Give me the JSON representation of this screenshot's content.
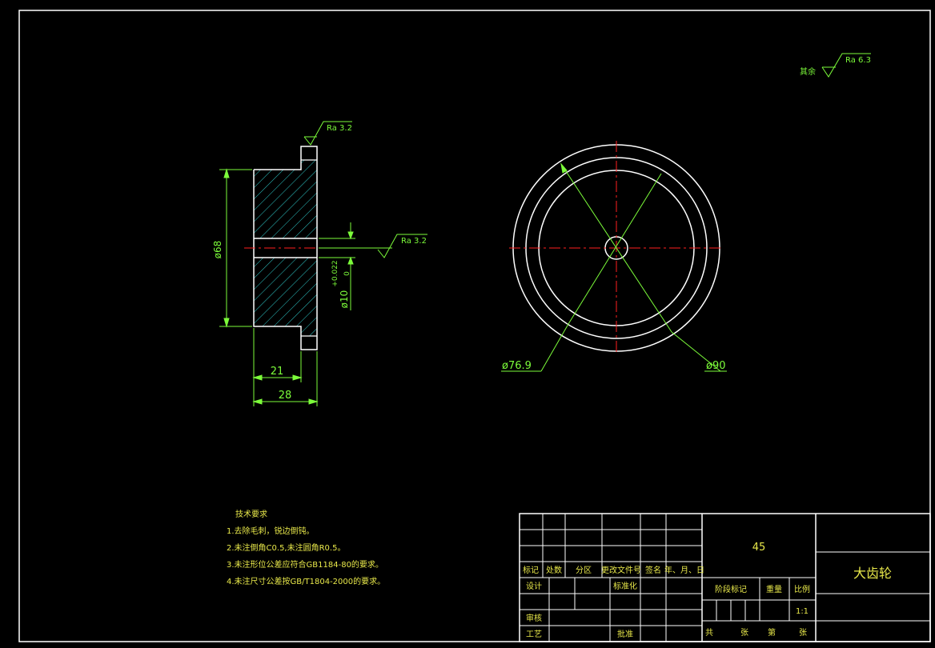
{
  "surface_roughness": {
    "overall_prefix": "其余",
    "overall": "Ra 6.3",
    "top_face": "Ra 3.2",
    "bore": "Ra 3.2"
  },
  "dimensions": {
    "outer_dia": "ø68",
    "bore_dia": "ø10",
    "bore_tol": "+0.022",
    "bore_tol_lower": "0",
    "hub_length": "21",
    "total_length": "28",
    "pitch_dia": "ø76.9",
    "tip_dia": "ø90"
  },
  "tech_requirements": {
    "title": "技术要求",
    "items": [
      "1.去除毛刺，锐边倒钝。",
      "2.未注倒角C0.5,未注圆角R0.5。",
      "3.未注形位公差应符合GB1184-80的要求。",
      "4.未注尺寸公差按GB/T1804-2000的要求。"
    ]
  },
  "title_block": {
    "material": "45",
    "part_name": "大齿轮",
    "headers": [
      "标记",
      "处数",
      "分区",
      "更改文件号",
      "签名",
      "年、月、日"
    ],
    "design": "设计",
    "standardization": "标准化",
    "review": "审核",
    "process": "工艺",
    "approve": "批准",
    "stage_mark": "阶段标记",
    "weight": "重量",
    "scale": "比例",
    "scale_value": "1:1",
    "total": "共",
    "sheets": "张",
    "sheet_no": "第",
    "sheets2": "张"
  }
}
